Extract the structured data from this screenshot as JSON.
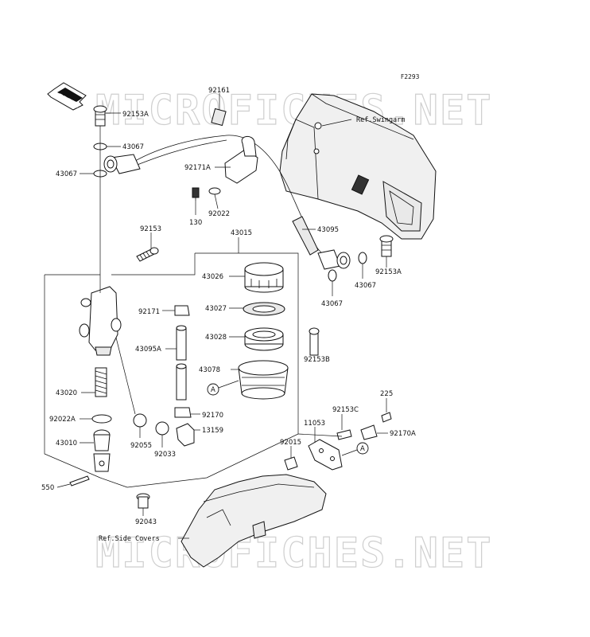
{
  "figure_code": "F2293",
  "watermark": "MICROFICHES.NET",
  "front_arrow": "FRONT",
  "references": {
    "swingarm": "Ref.Swingarm",
    "side_covers": "Ref.Side Covers"
  },
  "markers": {
    "a1": "A",
    "a2": "A"
  },
  "labels": [
    {
      "id": "p92161",
      "text": "92161"
    },
    {
      "id": "p92153A_top",
      "text": "92153A"
    },
    {
      "id": "p43067_top",
      "text": "43067"
    },
    {
      "id": "p43067_left",
      "text": "43067"
    },
    {
      "id": "p92171A",
      "text": "92171A"
    },
    {
      "id": "p130",
      "text": "130"
    },
    {
      "id": "p92022",
      "text": "92022"
    },
    {
      "id": "p43095",
      "text": "43095"
    },
    {
      "id": "p92153A_right",
      "text": "92153A"
    },
    {
      "id": "p43067_r1",
      "text": "43067"
    },
    {
      "id": "p43067_r2",
      "text": "43067"
    },
    {
      "id": "p92153",
      "text": "92153"
    },
    {
      "id": "p43015",
      "text": "43015"
    },
    {
      "id": "p43026",
      "text": "43026"
    },
    {
      "id": "p92171",
      "text": "92171"
    },
    {
      "id": "p43027",
      "text": "43027"
    },
    {
      "id": "p43028",
      "text": "43028"
    },
    {
      "id": "p43095A",
      "text": "43095A"
    },
    {
      "id": "p43078",
      "text": "43078"
    },
    {
      "id": "p92153B",
      "text": "92153B"
    },
    {
      "id": "p43020",
      "text": "43020"
    },
    {
      "id": "p92022A",
      "text": "92022A"
    },
    {
      "id": "p43010",
      "text": "43010"
    },
    {
      "id": "p92055",
      "text": "92055"
    },
    {
      "id": "p92033",
      "text": "92033"
    },
    {
      "id": "p92170",
      "text": "92170"
    },
    {
      "id": "p13159",
      "text": "13159"
    },
    {
      "id": "p550",
      "text": "550"
    },
    {
      "id": "p92043",
      "text": "92043"
    },
    {
      "id": "p225",
      "text": "225"
    },
    {
      "id": "p92153C",
      "text": "92153C"
    },
    {
      "id": "p11053",
      "text": "11053"
    },
    {
      "id": "p92170A",
      "text": "92170A"
    },
    {
      "id": "p92015",
      "text": "92015"
    }
  ]
}
